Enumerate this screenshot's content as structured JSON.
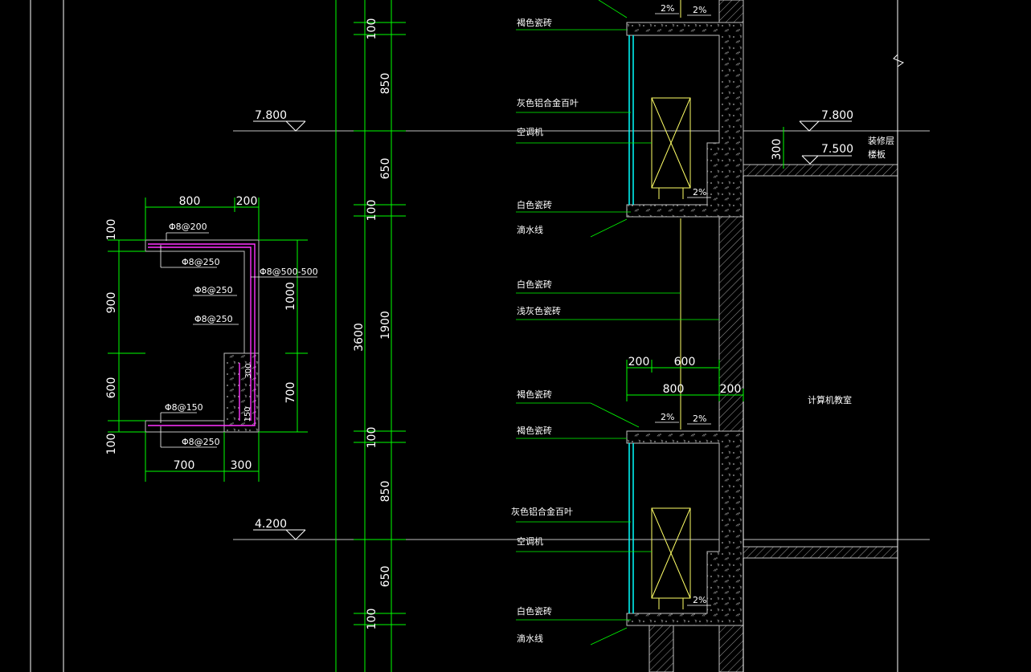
{
  "colors": {
    "background": "#000000",
    "green": "#00ff00",
    "white": "#ffffff",
    "yellow": "#ffff66",
    "magenta": "#ff33ff",
    "cyan": "#00ffff",
    "gray": "#bfbfbf"
  },
  "detail": {
    "dims_top": [
      "800",
      "200"
    ],
    "dims_bottom": [
      "700",
      "300"
    ],
    "dims_left": [
      "100",
      "900",
      "600",
      "100"
    ],
    "dims_right": [
      "1000",
      "700"
    ],
    "inner_dims": [
      "300",
      "150"
    ],
    "rebar": [
      "Φ8@200",
      "Φ8@250",
      "Φ8@500-500",
      "Φ8@250",
      "Φ8@250",
      "Φ8@150",
      "Φ8@250"
    ]
  },
  "elevations": {
    "left_upper": "7.800",
    "left_lower": "4.200",
    "right_upper": "7.800",
    "right_lower": "7.500"
  },
  "vertical_dims": {
    "overall": "3600",
    "segments": [
      "100",
      "850",
      "650",
      "100",
      "1900",
      "100",
      "850",
      "650",
      "100"
    ]
  },
  "ac_dims": {
    "row1": [
      "200",
      "600"
    ],
    "row2": [
      "800",
      "200"
    ],
    "dim_300": "300"
  },
  "labels": {
    "tile_top_1": "褐色瓷砖",
    "louver_1": "灰色铝合金百叶",
    "ac_1": "空调机",
    "white_tile_1": "白色瓷砖",
    "drip_1": "滴水线",
    "white_tile_mid": "白色瓷砖",
    "light_gray_tile": "浅灰色瓷砖",
    "tile_brown_2a": "褐色瓷砖",
    "tile_brown_2b": "褐色瓷砖",
    "louver_2": "灰色铝合金百叶",
    "ac_2": "空调机",
    "white_tile_2": "白色瓷砖",
    "drip_2": "滴水线",
    "decor_layer": "装修层",
    "floor_slab": "楼板",
    "computer_room": "计算机教室",
    "slope": "2%"
  }
}
